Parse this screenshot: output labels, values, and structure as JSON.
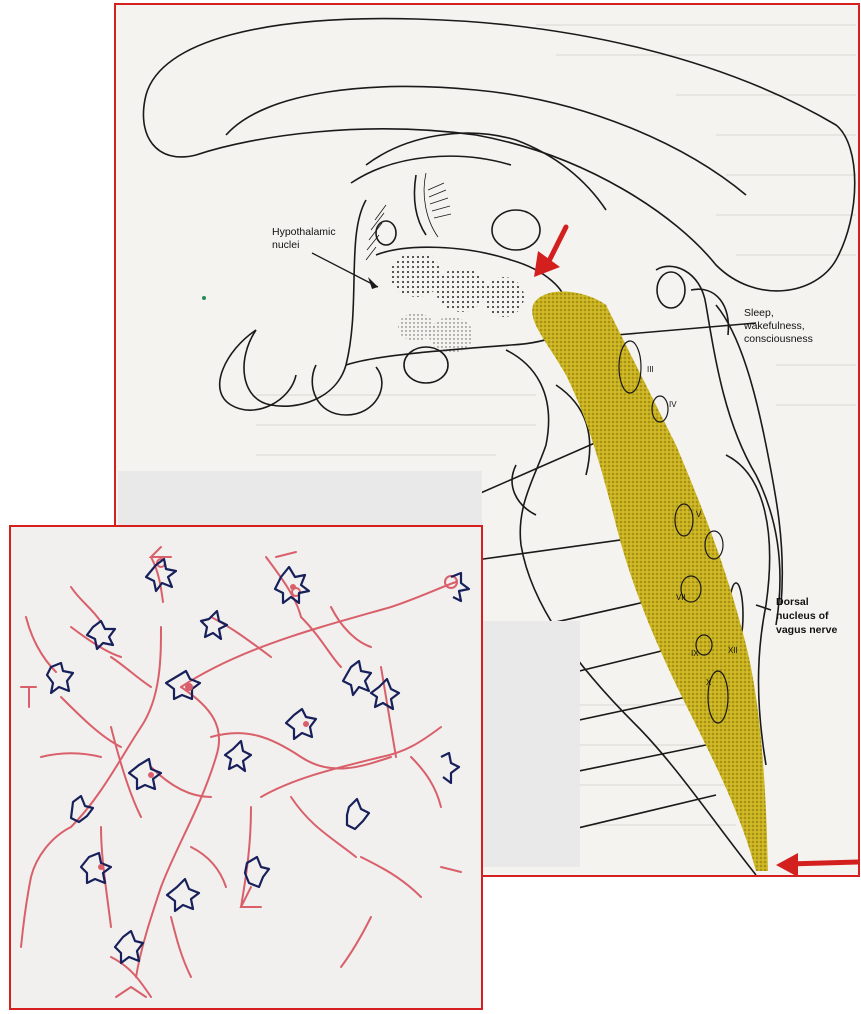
{
  "labels": {
    "hypothalamic": [
      "Hypothalamic",
      "nuclei"
    ],
    "sleep": [
      "Sleep,",
      "wakefulness,",
      "consciousness"
    ],
    "vagus": [
      "Dorsal",
      "nucleus of",
      "vagus nerve"
    ],
    "nuclei": [
      "III",
      "IV",
      "V",
      "VII",
      "IX",
      "XII",
      "X"
    ]
  },
  "colors": {
    "frame": "#d61f1f",
    "reticular": "#c9b21e",
    "arrow": "#d3201f",
    "dendrite": "#d9606a",
    "soma": "#17205a"
  }
}
